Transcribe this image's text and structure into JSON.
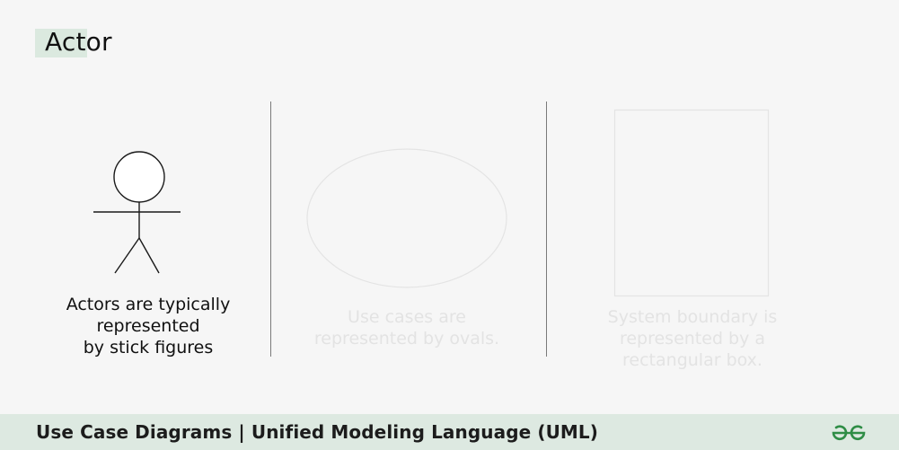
{
  "slide": {
    "title": "Actor"
  },
  "panels": [
    {
      "caption": "Actors are typically\nrepresented\nby stick figures"
    },
    {
      "caption": "Use cases are\nrepresented by ovals."
    },
    {
      "caption": "System boundary is\nrepresented by a\nrectangular box."
    }
  ],
  "footer": {
    "title": "Use Case Diagrams | Unified Modeling Language (UML)",
    "logo": "geeksforgeeks-logo-icon"
  },
  "colors": {
    "background": "#f6f6f6",
    "title_highlight": "#dbe9df",
    "footer_bar": "#dde9e1",
    "logo_green": "#2f8d46",
    "faded": "#e3e3e3"
  }
}
